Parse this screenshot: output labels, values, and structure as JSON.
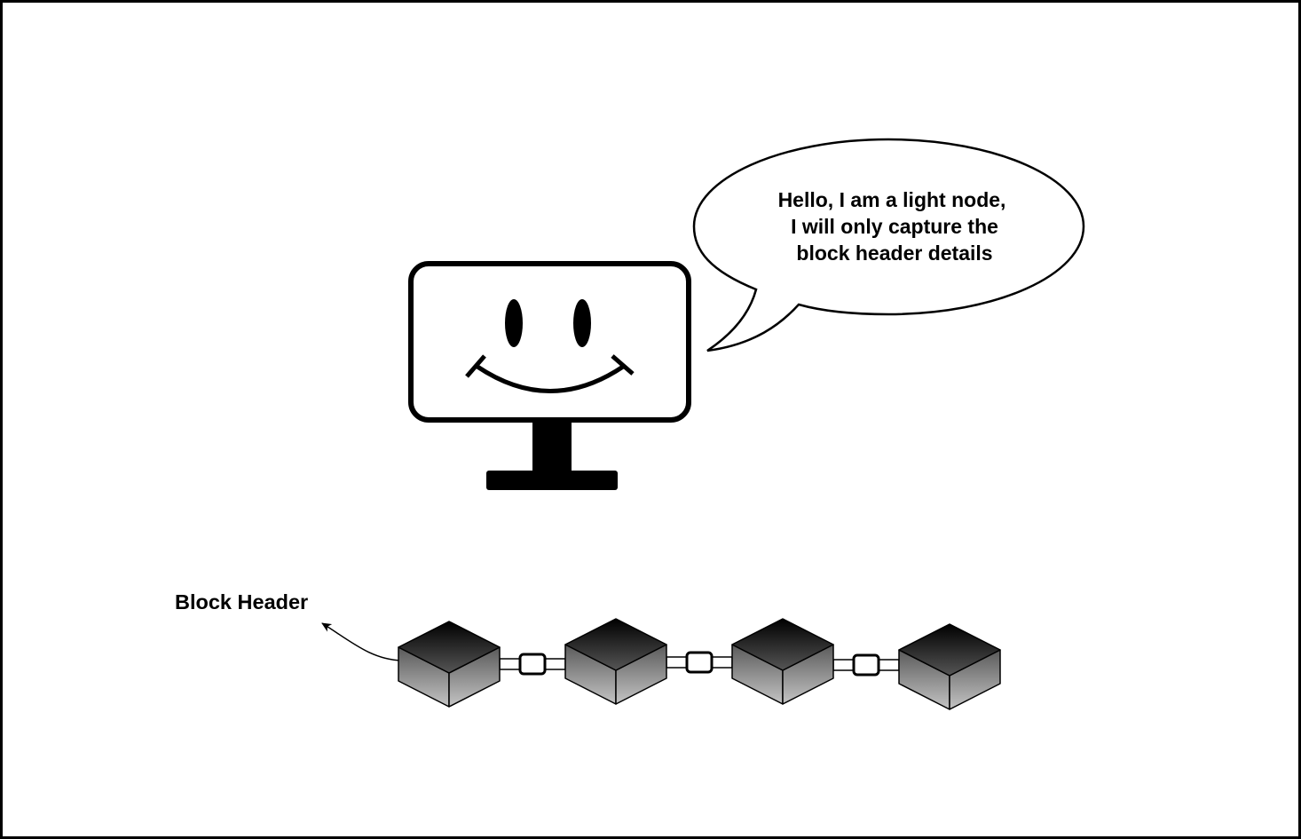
{
  "speech_bubble": {
    "lines": [
      "Hello, I am a light node,",
      "I will only capture the",
      "block header details"
    ]
  },
  "block_label": "Block Header",
  "blockchain": {
    "block_count": 4
  },
  "colors": {
    "stroke": "#000000",
    "background": "#ffffff",
    "block_dark": "#000000",
    "block_light": "#bdbdbd"
  }
}
